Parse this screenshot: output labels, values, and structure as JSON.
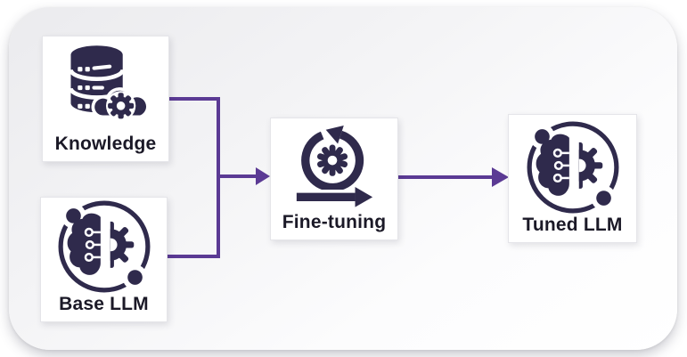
{
  "diagram": {
    "colors": {
      "accent": "#5B3A94",
      "icon": "#2F2A4C",
      "label": "#1B1927",
      "panel_from": "#EBEBEE",
      "panel_to": "#FFFFFF",
      "card_bg": "#FFFFFF",
      "card_border": "#E5E5E9"
    },
    "nodes": [
      {
        "id": "knowledge",
        "label": "Knowledge",
        "icon": "database-cloud-gear-icon"
      },
      {
        "id": "base-llm",
        "label": "Base LLM",
        "icon": "brain-circuit-gear-icon"
      },
      {
        "id": "fine-tuning",
        "label": "Fine-tuning",
        "icon": "iteration-loop-gear-icon"
      },
      {
        "id": "tuned-llm",
        "label": "Tuned LLM",
        "icon": "brain-circuit-gear-icon"
      }
    ],
    "edges": [
      {
        "from": "knowledge",
        "to": "fine-tuning"
      },
      {
        "from": "base-llm",
        "to": "fine-tuning"
      },
      {
        "from": "fine-tuning",
        "to": "tuned-llm"
      }
    ]
  }
}
